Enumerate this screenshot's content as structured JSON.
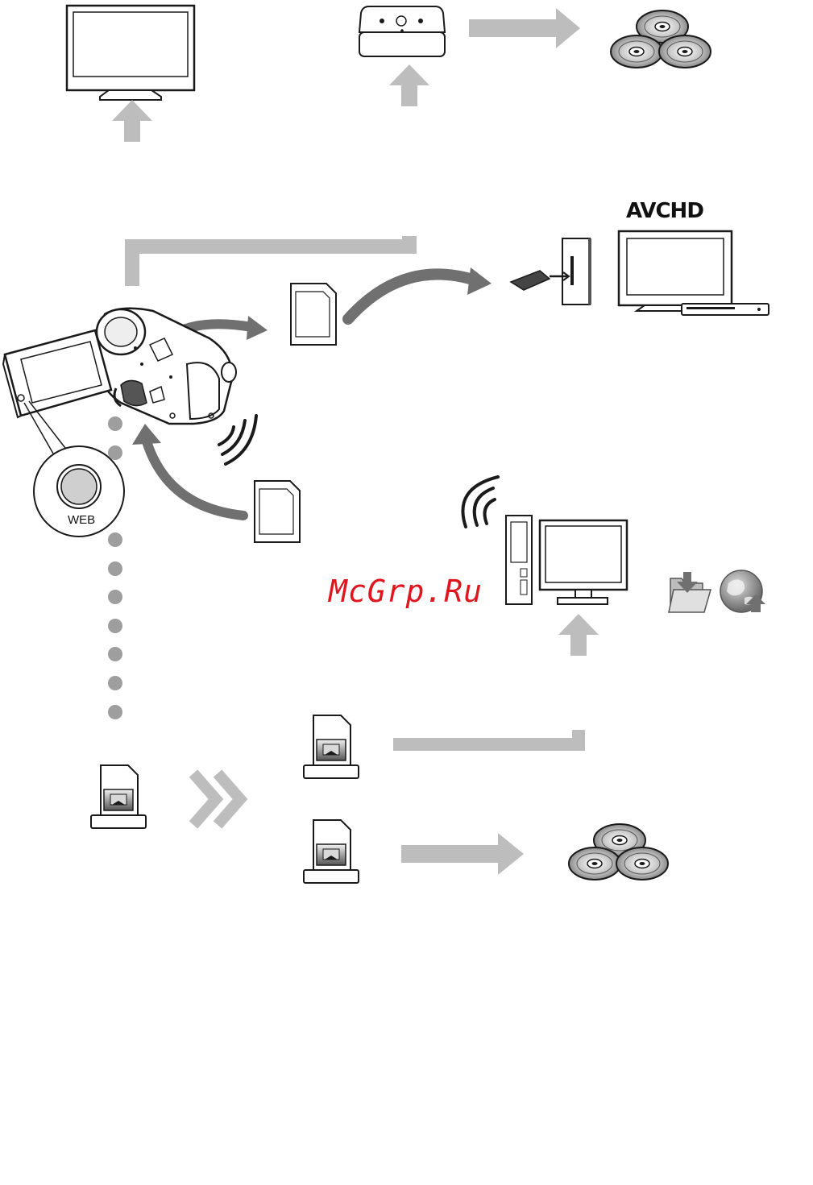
{
  "labels": {
    "avchd_logo": "AVCHD",
    "web_button": "WEB"
  },
  "watermark": {
    "text": "McGrp.Ru"
  },
  "colors": {
    "arrow_light": "#bdbdbd",
    "arrow_dark": "#707070",
    "dot": "#9e9e9e",
    "outline": "#1a1a1a",
    "watermark": "#e0161e"
  }
}
